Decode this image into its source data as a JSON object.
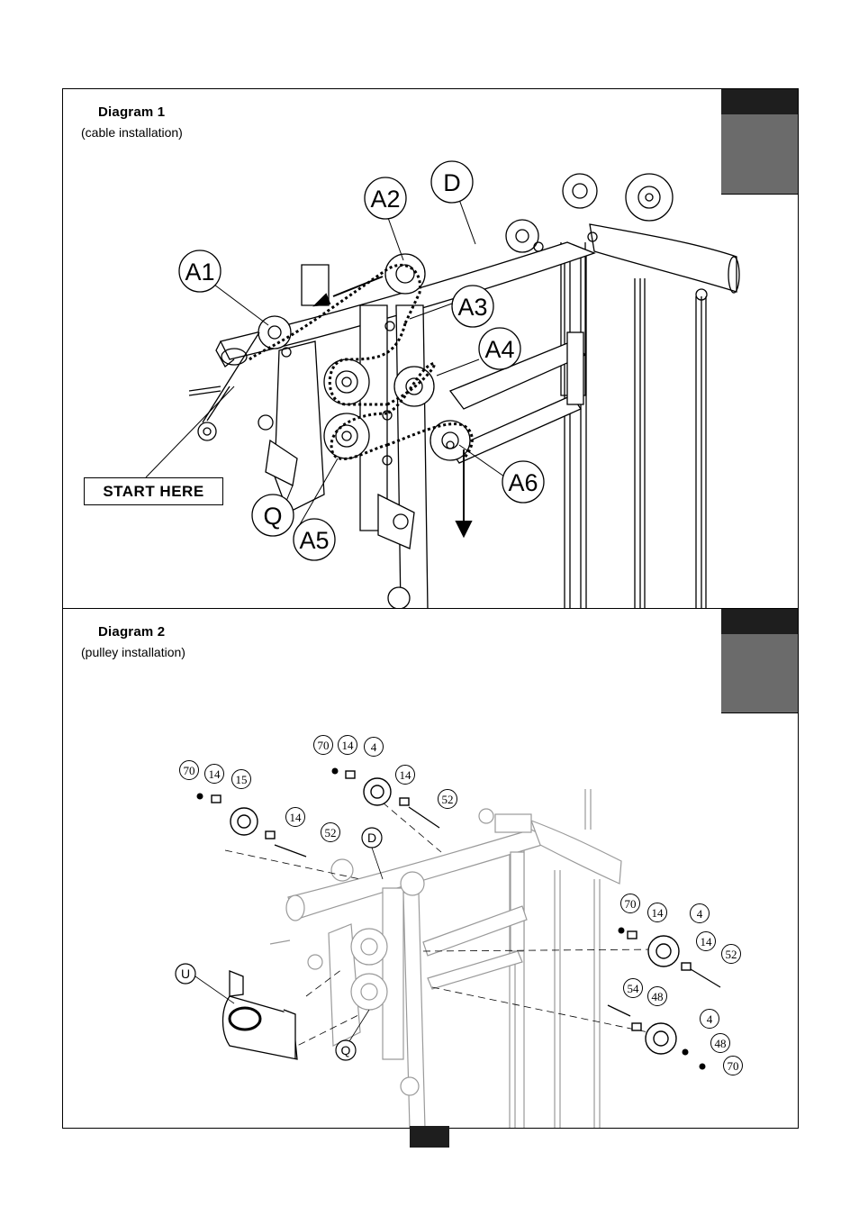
{
  "diagram1": {
    "title": "Diagram 1",
    "subtitle": "(cable installation)",
    "start_label": "START HERE",
    "labels": [
      "A1",
      "A2",
      "A3",
      "A4",
      "A5",
      "A6",
      "D",
      "Q"
    ]
  },
  "diagram2": {
    "title": "Diagram 2",
    "subtitle": "(pulley installation)",
    "frame_labels": [
      "D",
      "Q",
      "U"
    ],
    "part_numbers": [
      "70",
      "14",
      "15",
      "14",
      "52",
      "70",
      "14",
      "4",
      "14",
      "52",
      "70",
      "14",
      "4",
      "14",
      "52",
      "54",
      "48",
      "4",
      "48",
      "70"
    ]
  }
}
